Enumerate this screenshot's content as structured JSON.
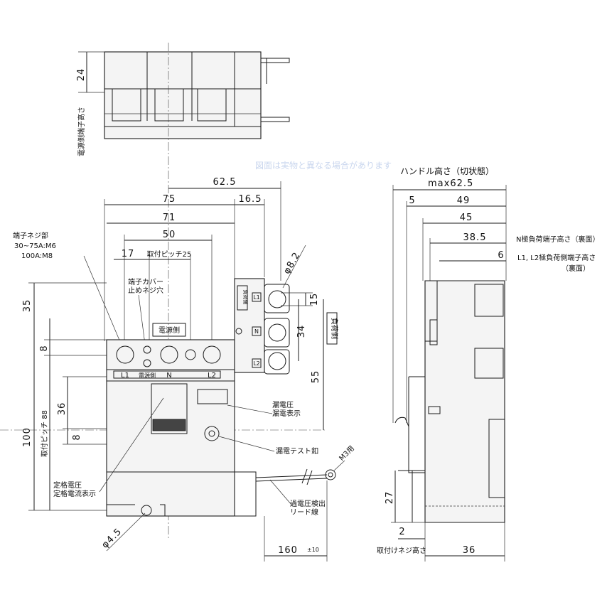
{
  "top_view": {
    "dim_24": "24",
    "label_terminal_height": "電源側端子高さ"
  },
  "watermark": "図面は実物と異なる場合があります",
  "front_dims": {
    "w_62_5": "62.5",
    "w_75": "75",
    "w_16_5": "16.5",
    "w_71": "71",
    "w_50": "50",
    "w_17": "17",
    "pitch_25": "取付ピッチ25",
    "dia_8_2": "φ8.2",
    "d_15": "15",
    "d_34": "34",
    "d_55": "55",
    "h_35": "35",
    "h_8a": "8",
    "h_36": "36",
    "h_8b": "8",
    "pitch_88": "取付ピッチ 88",
    "h_100": "100",
    "dia_4_5": "φ4.5",
    "len_160": "160",
    "len_tol": "±10",
    "m3": "M3用"
  },
  "front_labels": {
    "terminal_screw": "端子ネジ部",
    "screw_30_75": "30~75A:M6",
    "screw_100": "100A:M8",
    "terminal_cover_1": "端子カバー",
    "terminal_cover_2": "止めネジ穴",
    "power_side": "電源側",
    "term_l1": "L1",
    "term_n": "N",
    "term_l2": "L2",
    "term_mid": "電源側",
    "load_side": "負荷側",
    "load_box": "負荷側",
    "rated_1": "定格電圧",
    "rated_2": "定格電流表示",
    "leak_1": "漏電圧",
    "leak_2": "漏電表示",
    "test_button": "漏電テスト釦",
    "lead_1": "過電圧検出",
    "lead_2": "リード線"
  },
  "side_dims": {
    "handle_height": "ハンドル高さ（切状態）",
    "max_62_5": "max62.5",
    "d_5": "5",
    "d_49": "49",
    "d_45": "45",
    "d_38_5": "38.5",
    "d_6": "6",
    "d_27": "27",
    "d_2": "2",
    "d_36": "36"
  },
  "side_labels": {
    "n_load_height": "N極負荷端子高さ（裏面）",
    "l_load_height": "L1, L2極負荷側端子高さ",
    "back_side": "（裏面）",
    "mount_screw_height": "取付けネジ高さ"
  }
}
